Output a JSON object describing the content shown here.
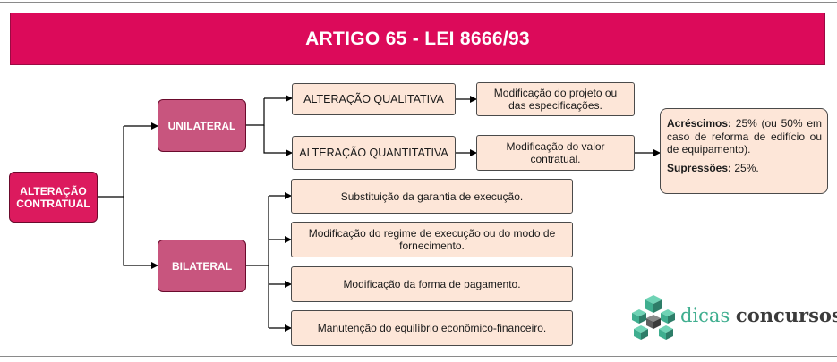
{
  "title": "ARTIGO 65 - LEI 8666/93",
  "root": {
    "line1": "ALTERAÇÃO",
    "line2": "CONTRATUAL"
  },
  "unilateral": {
    "label": "UNILATERAL",
    "qualitativa": {
      "label": "ALTERAÇÃO QUALITATIVA",
      "detail_line1": "Modificação do projeto ou",
      "detail_line2": "das especificações."
    },
    "quantitativa": {
      "label": "ALTERAÇÃO QUANTITATIVA",
      "detail_line1": "Modificação do valor",
      "detail_line2": "contratual."
    }
  },
  "note": {
    "acrescimos_label": "Acréscimos:",
    "acrescimos_text": " 25% (ou 50% em caso de reforma de edifício ou de equipamento).",
    "supressoes_label": "Supressões:",
    "supressoes_text": " 25%."
  },
  "bilateral": {
    "label": "BILATERAL",
    "items": [
      {
        "line1": "Substituição da garantia de execução.",
        "line2": ""
      },
      {
        "line1": "Modificação do regime de execução ou do modo de",
        "line2": "fornecimento."
      },
      {
        "line1": "Modificação da forma de pagamento.",
        "line2": ""
      },
      {
        "line1": "Manutenção do equilíbrio econômico-financeiro.",
        "line2": ""
      }
    ]
  },
  "logo": {
    "word1": "dicas",
    "word2": "concursos"
  },
  "colors": {
    "title_bg": "#dc0a5a",
    "root_bg": "#dc1a5e",
    "branch_bg": "#c8557e",
    "leaf_bg": "#fde6d8",
    "logo_green": "#3fae8f",
    "logo_dark": "#3b3b3b"
  }
}
